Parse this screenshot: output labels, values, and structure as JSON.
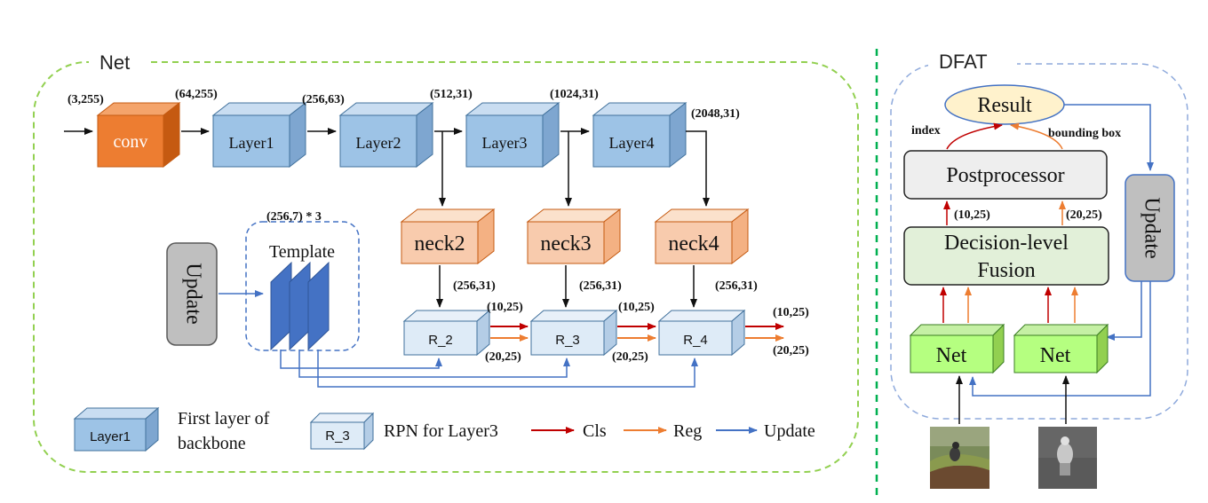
{
  "net_panel": {
    "title": "Net",
    "blocks": {
      "conv": "conv",
      "layer1": "Layer1",
      "layer2": "Layer2",
      "layer3": "Layer3",
      "layer4": "Layer4",
      "neck2": "neck2",
      "neck3": "neck3",
      "neck4": "neck4",
      "r2": "R_2",
      "r3": "R_3",
      "r4": "R_4"
    },
    "dims": {
      "input": "(3,255)",
      "conv_out": "(64,255)",
      "layer1_out": "(256,63)",
      "layer2_out": "(512,31)",
      "layer3_out": "(1024,31)",
      "layer4_out": "(2048,31)",
      "neck_out": "(256,31)",
      "cls": "(10,25)",
      "reg": "(20,25)"
    },
    "template": {
      "label": "Template",
      "dim": "(256,7) * 3"
    },
    "update_label": "Update"
  },
  "legend": {
    "layer_block": "Layer1",
    "layer_desc_1": "First layer of",
    "layer_desc_2": "backbone",
    "rpn_block": "R_3",
    "rpn_desc": "RPN for Layer3",
    "cls": "Cls",
    "reg": "Reg",
    "update": "Update"
  },
  "dfat_panel": {
    "title": "DFAT",
    "result": "Result",
    "index": "index",
    "bounding_box": "bounding box",
    "postprocessor": "Postprocessor",
    "fusion_line_1": "Decision-level",
    "fusion_line_2": "Fusion",
    "cls_dim": "(10,25)",
    "reg_dim": "(20,25)",
    "update_label": "Update",
    "net_label": "Net"
  },
  "colors": {
    "net_border": "#92d050",
    "dfat_border": "#8faadc",
    "conv": "#ed7d31",
    "layer": "#9dc3e6",
    "neck": "#f8cbad",
    "net_block": "#b5ff80",
    "cls_arrow": "#c00000",
    "reg_arrow": "#ed7d31",
    "update_arrow": "#4472c4"
  }
}
